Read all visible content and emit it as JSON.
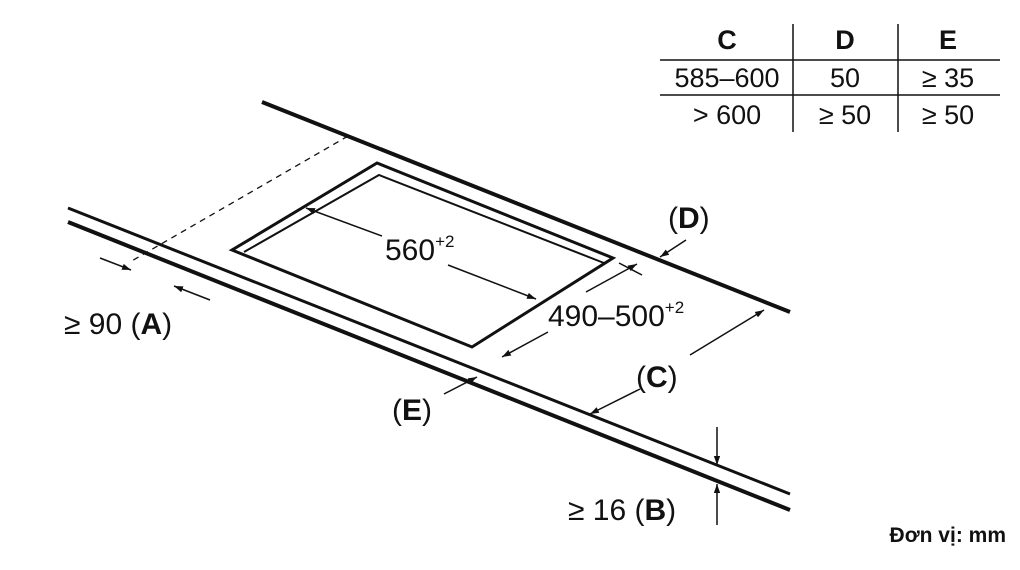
{
  "table": {
    "headers": [
      "C",
      "D",
      "E"
    ],
    "rows": [
      [
        "585–600",
        "50",
        "≥ 35"
      ],
      [
        "> 600",
        "≥ 50",
        "≥ 50"
      ]
    ]
  },
  "labels": {
    "width_value": "560",
    "width_tolerance": "+2",
    "depth_value": "490–500",
    "depth_tolerance": "+2",
    "a_prefix": "≥ 90 (",
    "a_letter": "A",
    "b_prefix": "≥ 16 (",
    "b_letter": "B",
    "c_letter": "C",
    "d_letter": "D",
    "e_letter": "E",
    "paren_open": "(",
    "paren_close": ")"
  },
  "unit_note": "Đơn vị: mm"
}
